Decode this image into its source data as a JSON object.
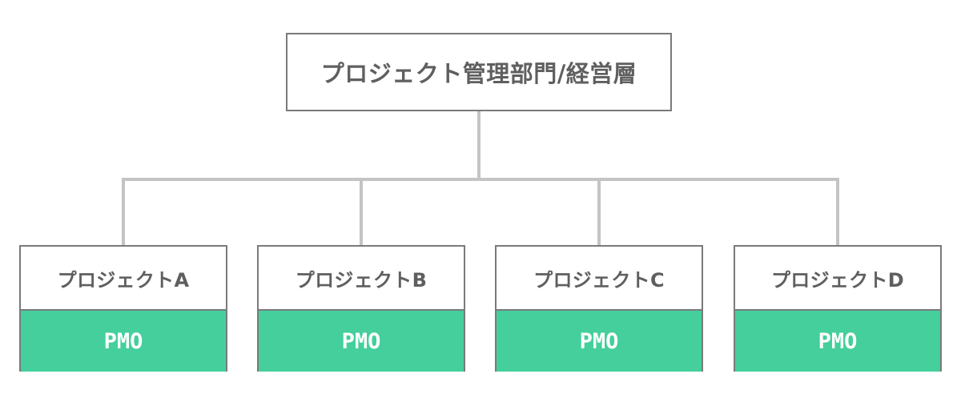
{
  "root": {
    "label": "プロジェクト管理部門/経営層"
  },
  "children": [
    {
      "label": "プロジェクトA",
      "unit": "PMO"
    },
    {
      "label": "プロジェクトB",
      "unit": "PMO"
    },
    {
      "label": "プロジェクトC",
      "unit": "PMO"
    },
    {
      "label": "プロジェクトD",
      "unit": "PMO"
    }
  ],
  "colors": {
    "pmo_fill": "#44cf9c",
    "border": "#7a7a7a",
    "connector": "#c4c4c4",
    "text": "#5f5f5f"
  }
}
